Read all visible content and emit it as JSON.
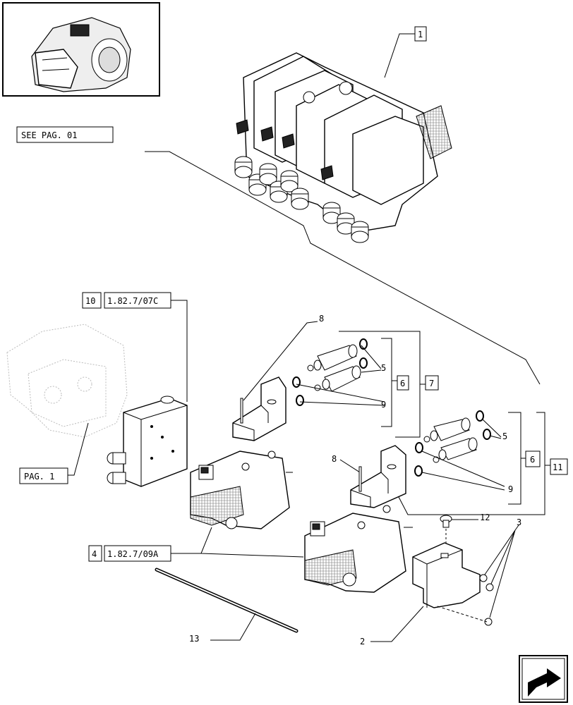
{
  "refs": {
    "see_pag": "SEE PAG. 01",
    "ref_10": "10",
    "ref_10_code": "1.82.7/07C",
    "pag_1": "PAG. 1",
    "ref_4": "4",
    "ref_4_code": "1.82.7/09A"
  },
  "callouts": {
    "c1": "1",
    "c2": "2",
    "c3": "3",
    "c5a": "5",
    "c5b": "5",
    "c6a": "6",
    "c6b": "6",
    "c7": "7",
    "c8a": "8",
    "c8b": "8",
    "c9a": "9",
    "c9b": "9",
    "c11": "11",
    "c12": "12",
    "c13": "13"
  },
  "icons": {
    "nav": "next-page-arrow-icon",
    "thumb": "transmission-housing-thumbnail"
  }
}
